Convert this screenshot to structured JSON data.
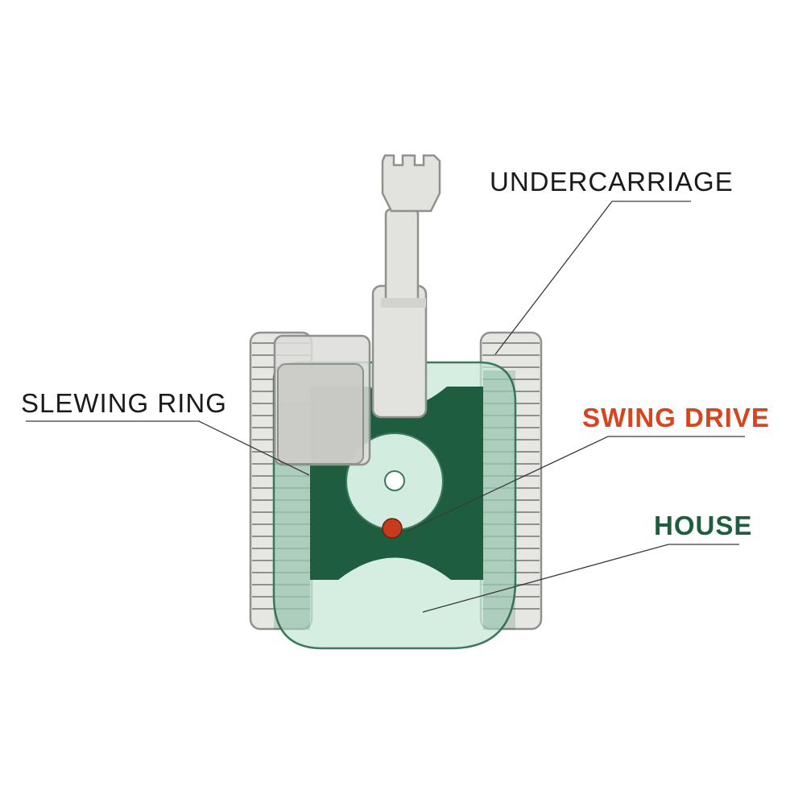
{
  "labels": {
    "undercarriage": "UNDERCARRIAGE",
    "slewing_ring": "SLEWING RING",
    "swing_drive": "SWING DRIVE",
    "house": "HOUSE"
  },
  "colors": {
    "track_fill": "#e6e6e3",
    "track_stroke": "#8e918e",
    "track_rib": "#8e918e",
    "house_light": "#c5e7d5",
    "house_dark": "#1e5e3f",
    "house_outline": "#3b7a5a",
    "slewing_ring_fill": "#d3ece0",
    "swing_drive_dot": "#c63b1d",
    "cab_fill": "#dcdcd9",
    "arm_fill": "#e2e2df",
    "leader_line": "#3a3a3a",
    "text_dark": "#1a1a1a",
    "text_orange": "#d9441c",
    "text_green": "#1e5e3f"
  }
}
